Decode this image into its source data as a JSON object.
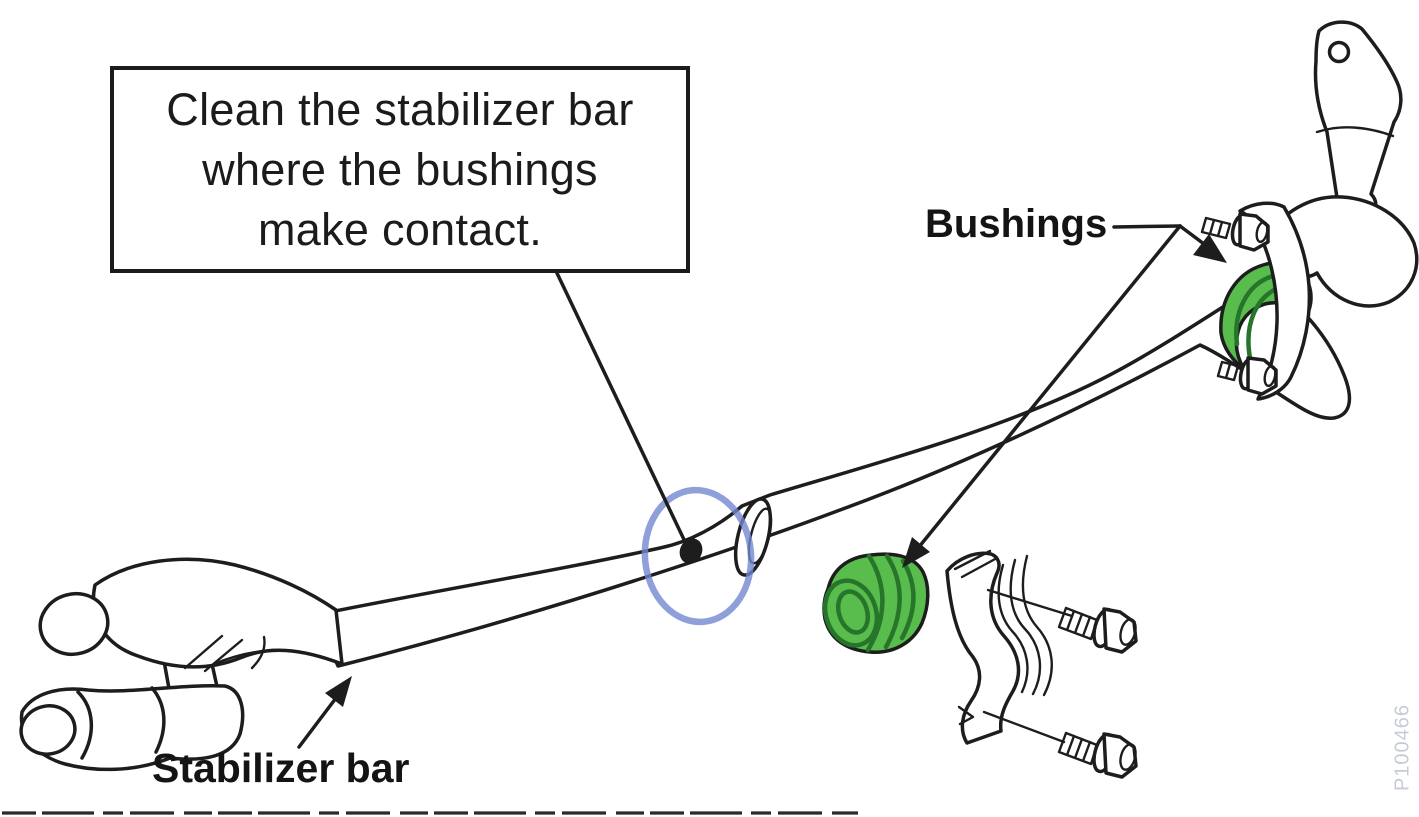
{
  "diagram": {
    "note_box": {
      "text": "Clean the stabilizer bar where the bushings make contact.",
      "lines": [
        "Clean the stabilizer bar",
        "where the bushings",
        "make contact."
      ]
    },
    "labels": {
      "bushings": "Bushings",
      "stabilizer_bar": "Stabilizer bar"
    },
    "watermark": "P100466",
    "colors": {
      "ink": "#1d1d1d",
      "green": "#58bd4c",
      "rib": "#27742b",
      "blue": "#7287cf",
      "watermark_gray": "#c6ccd7"
    }
  }
}
